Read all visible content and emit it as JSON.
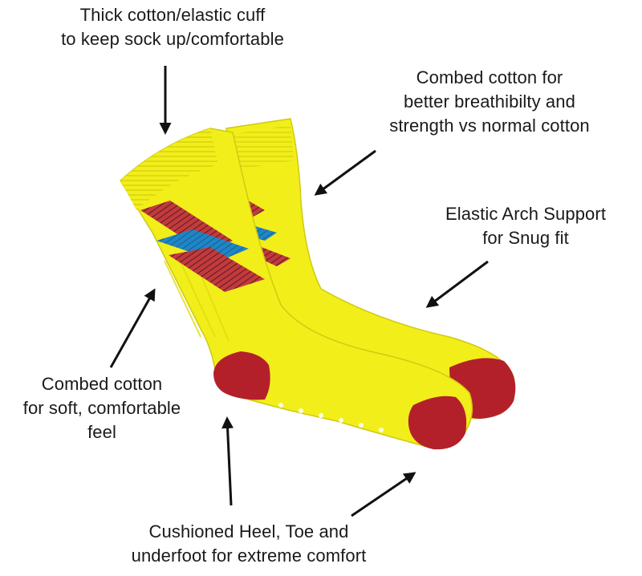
{
  "labels": {
    "cuff": [
      "Thick cotton/elastic cuff",
      "to keep sock up/comfortable"
    ],
    "combed_top": [
      "Combed cotton for",
      "better breathibilty and",
      "strength vs normal cotton"
    ],
    "arch": [
      "Elastic Arch Support",
      "for Snug fit"
    ],
    "soft": [
      "Combed cotton",
      "for soft, comfortable",
      "feel"
    ],
    "cushion": [
      "Cushioned Heel, Toe and",
      "underfoot for extreme comfort"
    ]
  },
  "colors": {
    "sock": "#f2ee1a",
    "sock_shade": "#dcd812",
    "heel_toe": "#b3202a",
    "stripe_red": "#c23a3c",
    "stripe_blue": "#1f86c7",
    "arrow": "#111111",
    "text": "#1a1a1a"
  }
}
